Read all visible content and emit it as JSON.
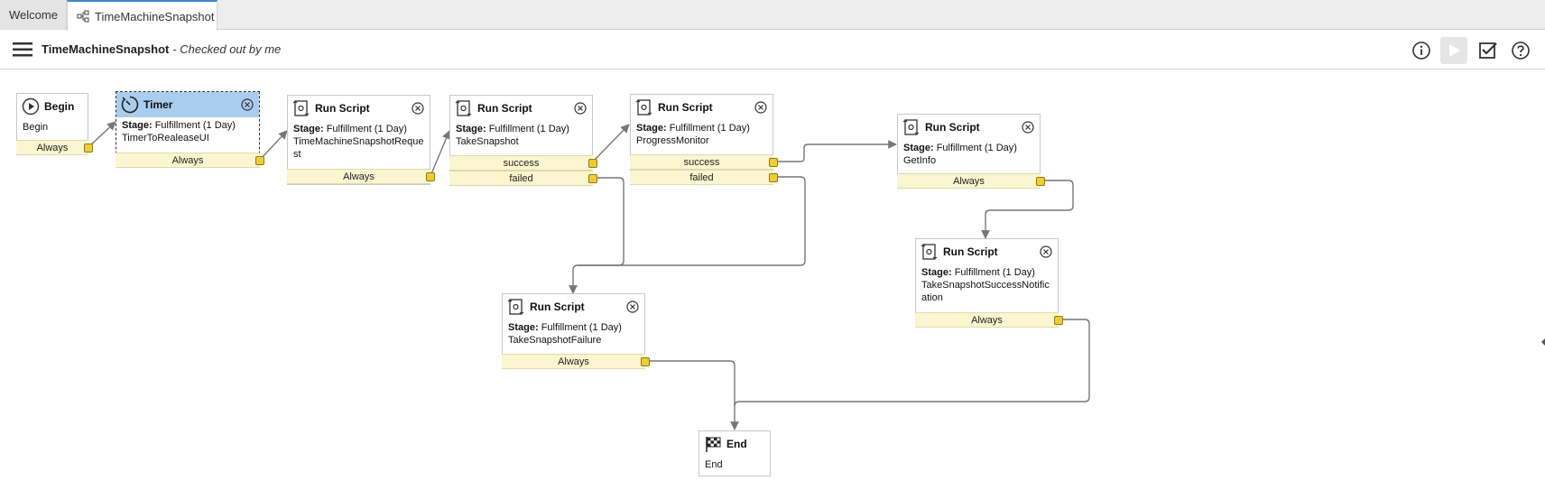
{
  "tabs": [
    {
      "label": "Welcome",
      "icon": "none"
    },
    {
      "label": "TimeMachineSnapshot",
      "icon": "workflow-icon"
    }
  ],
  "header": {
    "title": "TimeMachineSnapshot",
    "subtitle": "- Checked out by me",
    "buttons": [
      "info-icon",
      "run-icon",
      "validate-icon",
      "help-icon"
    ]
  },
  "nodes": {
    "begin": {
      "title": "Begin",
      "name": "Begin",
      "outputs": [
        "Always"
      ]
    },
    "timer": {
      "title": "Timer",
      "stage_label": "Stage:",
      "stage": "Fulfillment (1 Day)",
      "name": "TimerToRealeaseUI",
      "outputs": [
        "Always"
      ]
    },
    "request": {
      "title": "Run Script",
      "stage_label": "Stage:",
      "stage": "Fulfillment (1 Day)",
      "name": "TimeMachineSnapshotRequest",
      "outputs": [
        "Always"
      ]
    },
    "take": {
      "title": "Run Script",
      "stage_label": "Stage:",
      "stage": "Fulfillment (1 Day)",
      "name": "TakeSnapshot",
      "outputs": [
        "success",
        "failed"
      ]
    },
    "progress": {
      "title": "Run Script",
      "stage_label": "Stage:",
      "stage": "Fulfillment (1 Day)",
      "name": "ProgressMonitor",
      "outputs": [
        "success",
        "failed"
      ]
    },
    "getinfo": {
      "title": "Run Script",
      "stage_label": "Stage:",
      "stage": "Fulfillment (1 Day)",
      "name": "GetInfo",
      "outputs": [
        "Always"
      ]
    },
    "notify": {
      "title": "Run Script",
      "stage_label": "Stage:",
      "stage": "Fulfillment (1 Day)",
      "name": "TakeSnapshotSuccessNotification",
      "outputs": [
        "Always"
      ]
    },
    "failure": {
      "title": "Run Script",
      "stage_label": "Stage:",
      "stage": "Fulfillment (1 Day)",
      "name": "TakeSnapshotFailure",
      "outputs": [
        "Always"
      ]
    },
    "end": {
      "title": "End",
      "name": "End",
      "outputs": []
    }
  },
  "colors": {
    "accent": "#3b86d8",
    "selected_header": "#a8cdee",
    "output_row": "#fbf6cf",
    "port": "#f2cd27",
    "edge": "#777777"
  }
}
